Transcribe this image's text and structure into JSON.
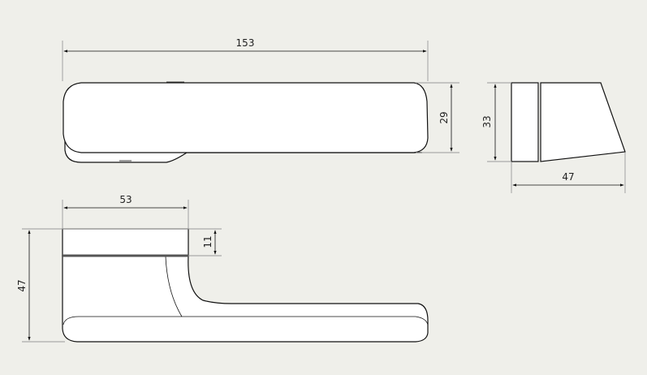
{
  "drawing": {
    "top_view": {
      "length_dim": "153",
      "height_dim": "29"
    },
    "side_view": {
      "height_dim": "33",
      "depth_dim": "47"
    },
    "front_view": {
      "rose_width_dim": "53",
      "rose_thickness_dim": "11",
      "total_height_dim": "47"
    }
  },
  "colors": {
    "background": "#efefea",
    "part_fill": "#ffffff",
    "line": "#111111"
  }
}
